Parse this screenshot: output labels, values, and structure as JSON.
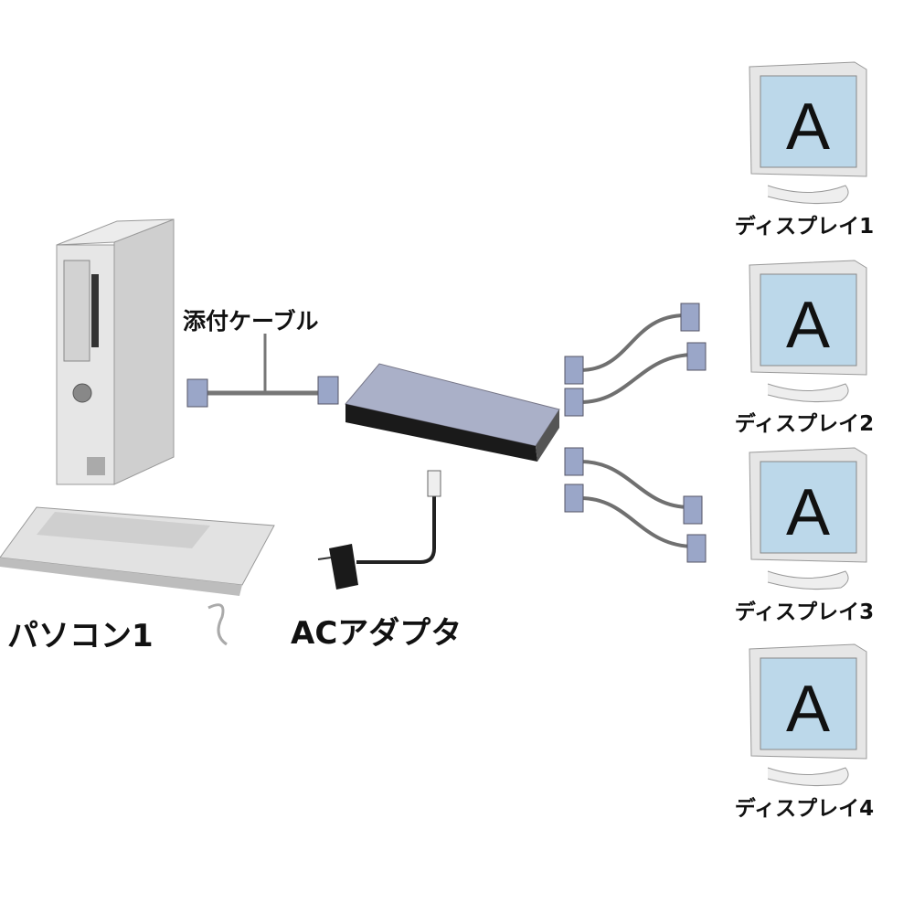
{
  "labels": {
    "cable": "添付ケーブル",
    "pc": "パソコン1",
    "ac_adapter": "ACアダプタ"
  },
  "displays": [
    {
      "label": "ディスプレイ1",
      "letter": "A"
    },
    {
      "label": "ディスプレイ2",
      "letter": "A"
    },
    {
      "label": "ディスプレイ3",
      "letter": "A"
    },
    {
      "label": "ディスプレイ4",
      "letter": "A"
    }
  ],
  "colors": {
    "screen": "#bcd8ea",
    "device_top": "#aab0c8",
    "device_front": "#1a1a1a",
    "connector": "#9aa6c8",
    "cable": "#707070",
    "body": "#e4e4e4"
  }
}
